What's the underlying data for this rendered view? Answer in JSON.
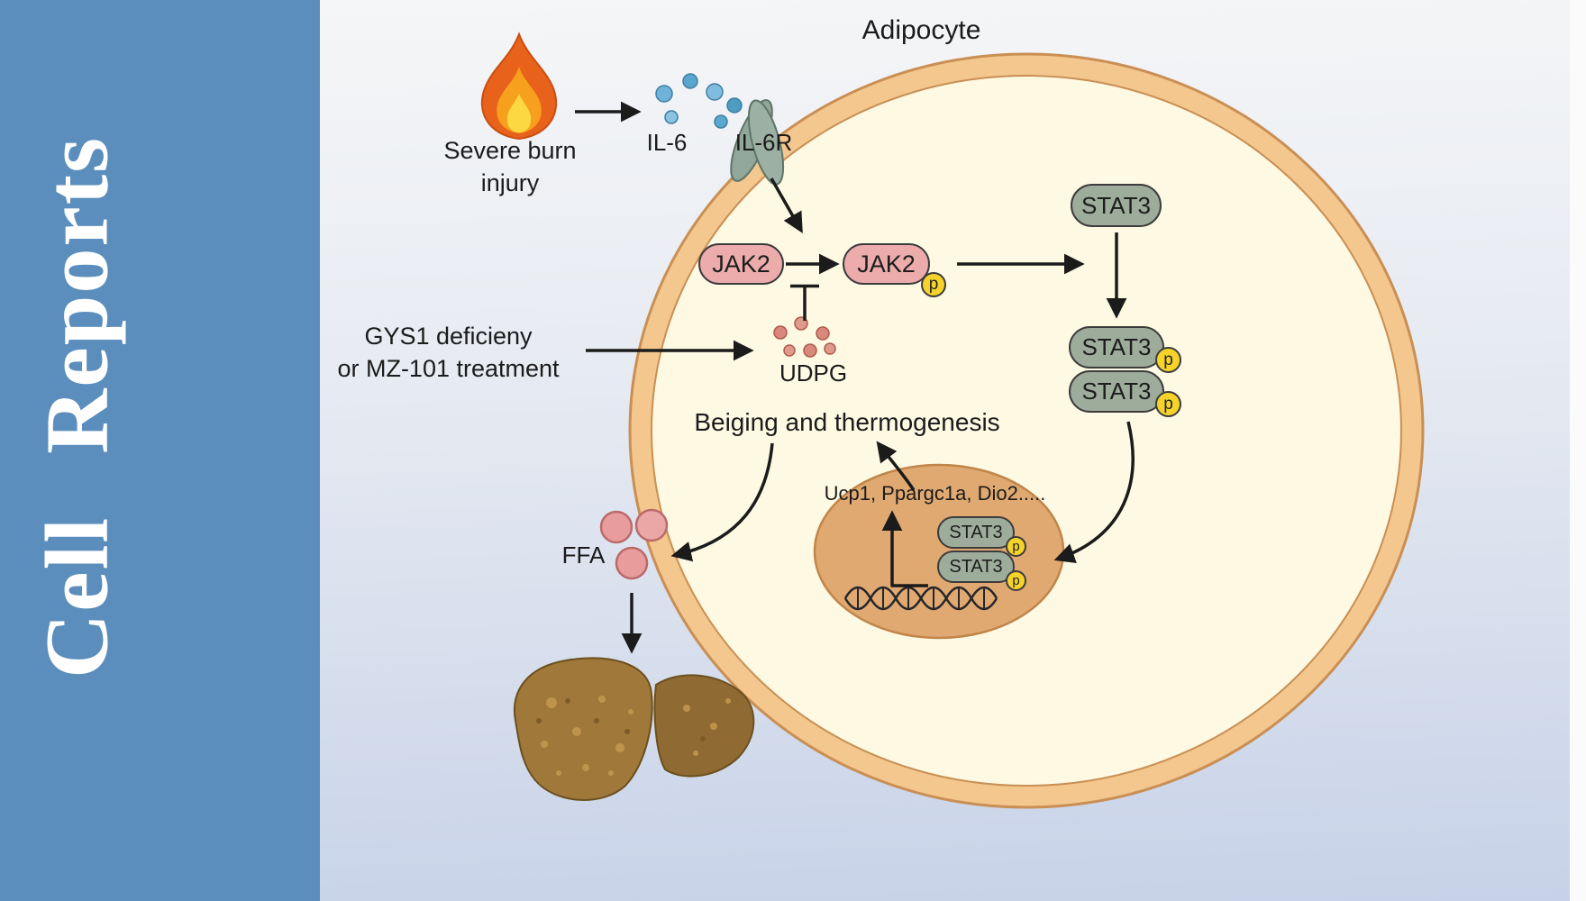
{
  "journal": {
    "name": "Cell Reports"
  },
  "diagram": {
    "title": "Adipocyte",
    "trigger": {
      "line1": "Severe burn",
      "line2": "injury"
    },
    "ligand": "IL-6",
    "receptor": "IL-6R",
    "kinase": "JAK2",
    "phospho": "p",
    "tf": "STAT3",
    "intervention": {
      "line1": "GYS1 deficieny",
      "line2": "or MZ-101 treatment"
    },
    "metabolite": "UDPG",
    "outcome": "Beiging and thermogenesis",
    "genes": "Ucp1, Ppargc1a, Dio2.....",
    "lipid": "FFA"
  },
  "colors": {
    "sidebar_blue": "#5b8ebc",
    "cell_fill": "#fdf9e3",
    "membrane": "#f3c78e",
    "membrane_outline": "#c98f54",
    "jak2_fill": "#ebacab",
    "stat3_fill": "#9dac9b",
    "phospho_yellow": "#f5d32b",
    "nucleus_fill": "#e0a971",
    "il6_dot_blue": "#6fb3da",
    "udpg_dot_salmon": "#d9897b",
    "ffa_pink": "#e89c9b",
    "liver_brown": "#a0783a",
    "arrow_black": "#1b1b1b"
  }
}
